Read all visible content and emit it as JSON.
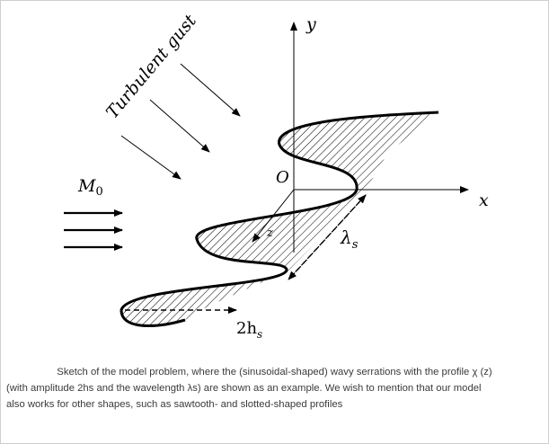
{
  "figure": {
    "gust_label": "Turbulent gust",
    "mach_label_main": "M",
    "mach_label_sub": "0",
    "origin_label": "O",
    "x_axis_label": "x",
    "y_axis_label": "y",
    "z_axis_label": "z",
    "wavelength_label_main": "λ",
    "wavelength_label_sub": "s",
    "amplitude_label_main": "2h",
    "amplitude_label_sub": "s"
  },
  "caption": {
    "line1": "Sketch of the model problem, where the (sinusoidal-shaped) wavy serrations with the profile χ (z)",
    "line2": "(with amplitude 2hs and the wavelength λs) are shown as an example. We wish to mention that our model",
    "line3": "also works for other shapes, such as sawtooth- and slotted-shaped profiles"
  }
}
